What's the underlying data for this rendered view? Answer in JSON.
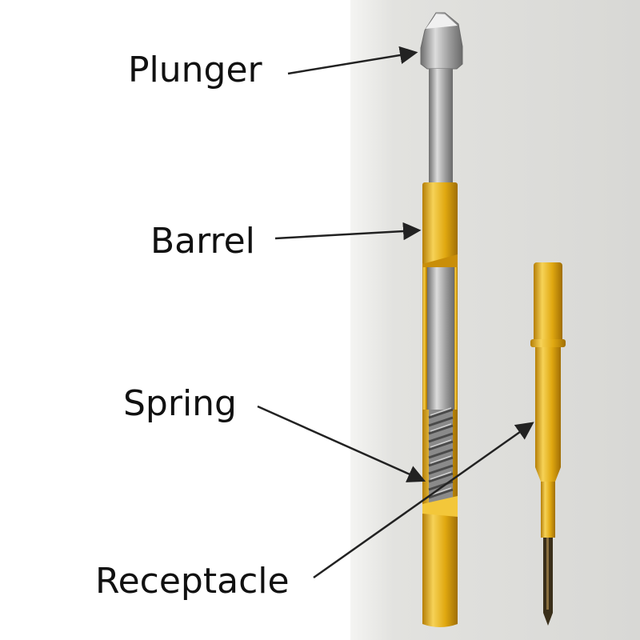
{
  "labels": {
    "plunger": "Plunger",
    "barrel": "Barrel",
    "spring": "Spring",
    "receptacle": "Receptacle"
  },
  "colors": {
    "background_left": "#ffffff",
    "background_right": "#dededb",
    "gold": "#e0a810",
    "gold_dark": "#b57e06",
    "gold_light": "#f6d257",
    "steel": "#8e8e8e",
    "steel_light": "#d4d4d4",
    "arrow": "#333333",
    "text": "#111111"
  }
}
